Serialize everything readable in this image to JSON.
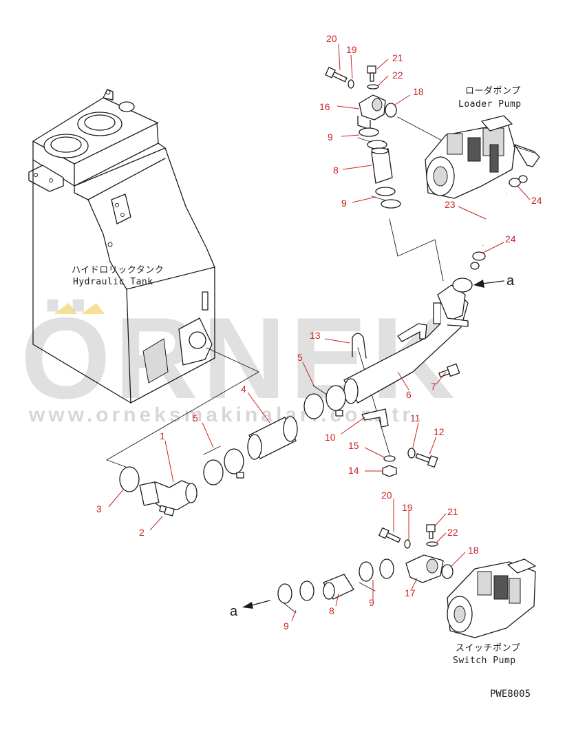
{
  "watermark": {
    "brand": "ÖRNEK",
    "url": "www.orneksmakinalari.com.tr",
    "accent_color": "#f2d26b"
  },
  "labels": {
    "hydraulic_tank_jp": "ハイドロリックタンク",
    "hydraulic_tank_en": "Hydraulic Tank",
    "loader_pump_jp": "ローダポンプ",
    "loader_pump_en": "Loader Pump",
    "switch_pump_jp": "スイッチポンプ",
    "switch_pump_en": "Switch Pump",
    "arrow_ref_top": "a",
    "arrow_ref_bottom": "a",
    "drawing_code": "PWE8005"
  },
  "part_numbers": {
    "top_20": "20",
    "top_19": "19",
    "top_21": "21",
    "top_22": "22",
    "top_18": "18",
    "top_16": "16",
    "top_9a": "9",
    "top_8": "8",
    "top_9b": "9",
    "top_23": "23",
    "top_24a": "24",
    "top_24b": "24",
    "mid_13": "13",
    "mid_5a": "5",
    "mid_4": "4",
    "mid_6": "6",
    "mid_7": "7",
    "mid_5b": "5",
    "mid_1": "1",
    "mid_11": "11",
    "mid_12": "12",
    "mid_10": "10",
    "mid_15": "15",
    "mid_14": "14",
    "mid_3": "3",
    "mid_2": "2",
    "bot_20": "20",
    "bot_19": "19",
    "bot_21": "21",
    "bot_22": "22",
    "bot_18": "18",
    "bot_17": "17",
    "bot_9a": "9",
    "bot_8": "8",
    "bot_9b": "9"
  }
}
